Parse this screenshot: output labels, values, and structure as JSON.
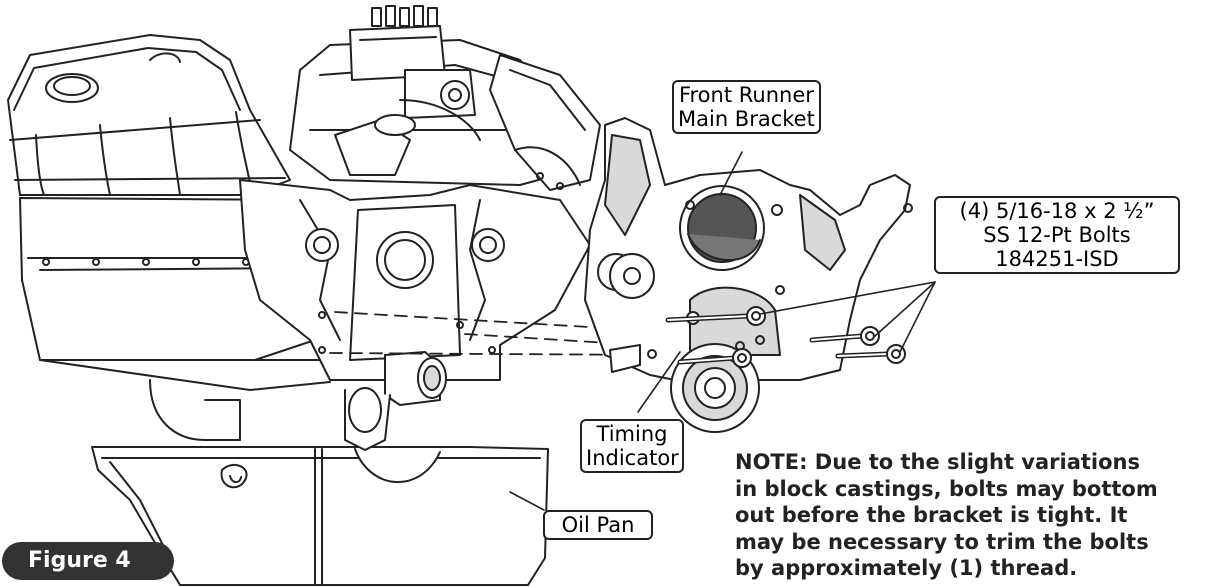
{
  "figure": {
    "label": "Figure 4"
  },
  "callouts": {
    "front_runner": {
      "line1": "Front Runner",
      "line2": "Main Bracket"
    },
    "bolts": {
      "line1": "(4) 5/16-18 x 2 ½”",
      "line2": "SS 12-Pt Bolts",
      "line3": "184251-ISD"
    },
    "timing": {
      "line1": "Timing",
      "line2": "Indicator"
    },
    "oil_pan": {
      "line1": "Oil Pan"
    }
  },
  "note": {
    "lines": [
      "NOTE: Due to the slight variations",
      "in block castings, bolts may bottom",
      "out before the bracket is tight. It",
      "may be necessary to trim the bolts",
      "by approximately (1) thread."
    ]
  },
  "colors": {
    "line": "#222222",
    "fill": "#ffffff",
    "shade": "#d9d9d9",
    "dark": "#555555",
    "badge": "#333333"
  }
}
